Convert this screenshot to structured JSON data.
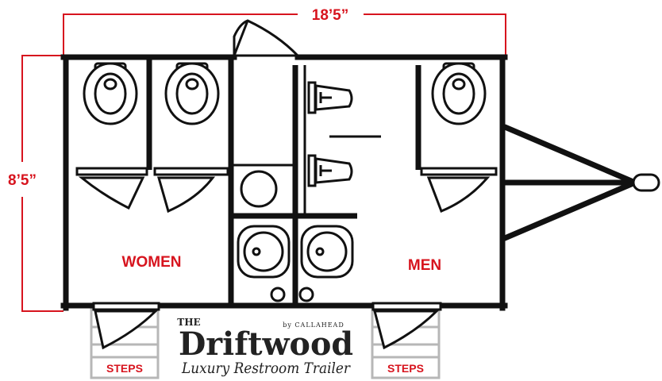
{
  "dimensions": {
    "width_label": "18’5”",
    "height_label": "8’5”"
  },
  "rooms": {
    "women": "WOMEN",
    "men": "MEN"
  },
  "steps": {
    "left": "STEPS",
    "right": "STEPS"
  },
  "brand": {
    "the": "THE",
    "by": "by CALLAHEAD",
    "name": "Driftwood",
    "tagline": "Luxury Restroom Trailer"
  },
  "colors": {
    "dimension_red": "#d7141e",
    "wall": "#111111",
    "steps_gray": "#b7b7b7",
    "label_red": "#d7141e"
  }
}
